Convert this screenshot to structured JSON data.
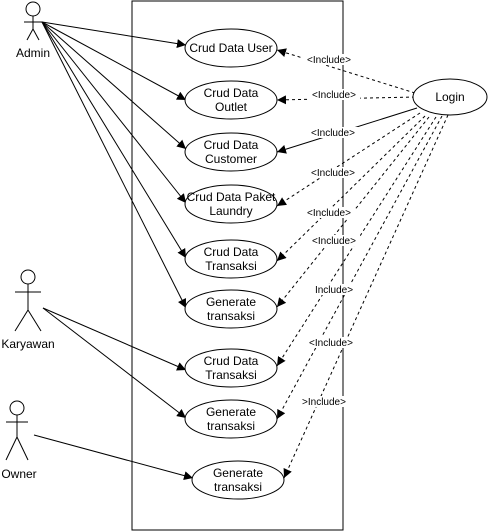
{
  "actors": [
    {
      "id": "admin",
      "label": "Admin"
    },
    {
      "id": "karyawan",
      "label": "Karyawan"
    },
    {
      "id": "owner",
      "label": "Owner"
    }
  ],
  "use_cases": [
    {
      "id": "uc1",
      "lines": [
        "Crud Data User"
      ]
    },
    {
      "id": "uc2",
      "lines": [
        "Crud Data",
        "Outlet"
      ]
    },
    {
      "id": "uc3",
      "lines": [
        "Crud Data",
        "Customer"
      ]
    },
    {
      "id": "uc4",
      "lines": [
        "Crud Data Paket",
        "Laundry"
      ]
    },
    {
      "id": "uc5",
      "lines": [
        "Crud Data",
        "Transaksi"
      ]
    },
    {
      "id": "uc6",
      "lines": [
        "Generate",
        "transaksi"
      ]
    },
    {
      "id": "uc7",
      "lines": [
        "Crud Data",
        "Transaksi"
      ]
    },
    {
      "id": "uc8",
      "lines": [
        "Generate",
        "transaksi"
      ]
    },
    {
      "id": "uc9",
      "lines": [
        "Generate",
        "transaksi"
      ]
    },
    {
      "id": "login",
      "lines": [
        "Login"
      ]
    }
  ],
  "associations": [
    {
      "from": "admin",
      "to": "uc1"
    },
    {
      "from": "admin",
      "to": "uc2"
    },
    {
      "from": "admin",
      "to": "uc3"
    },
    {
      "from": "admin",
      "to": "uc4"
    },
    {
      "from": "admin",
      "to": "uc5"
    },
    {
      "from": "admin",
      "to": "uc6"
    },
    {
      "from": "karyawan",
      "to": "uc7"
    },
    {
      "from": "karyawan",
      "to": "uc8"
    },
    {
      "from": "owner",
      "to": "uc9"
    }
  ],
  "includes": [
    {
      "to": "uc1",
      "label": "<Include>"
    },
    {
      "to": "uc2",
      "label": "<Include>"
    },
    {
      "to": "uc3",
      "label": "<Include>",
      "solid": true
    },
    {
      "to": "uc4",
      "label": "<Include>"
    },
    {
      "to": "uc5",
      "label": "<Include>"
    },
    {
      "to": "uc6",
      "label": "<Include>"
    },
    {
      "to": "uc7",
      "label": "Include>"
    },
    {
      "to": "uc8",
      "label": "<Include>"
    },
    {
      "to": "uc9",
      "label": ">Include>"
    }
  ]
}
